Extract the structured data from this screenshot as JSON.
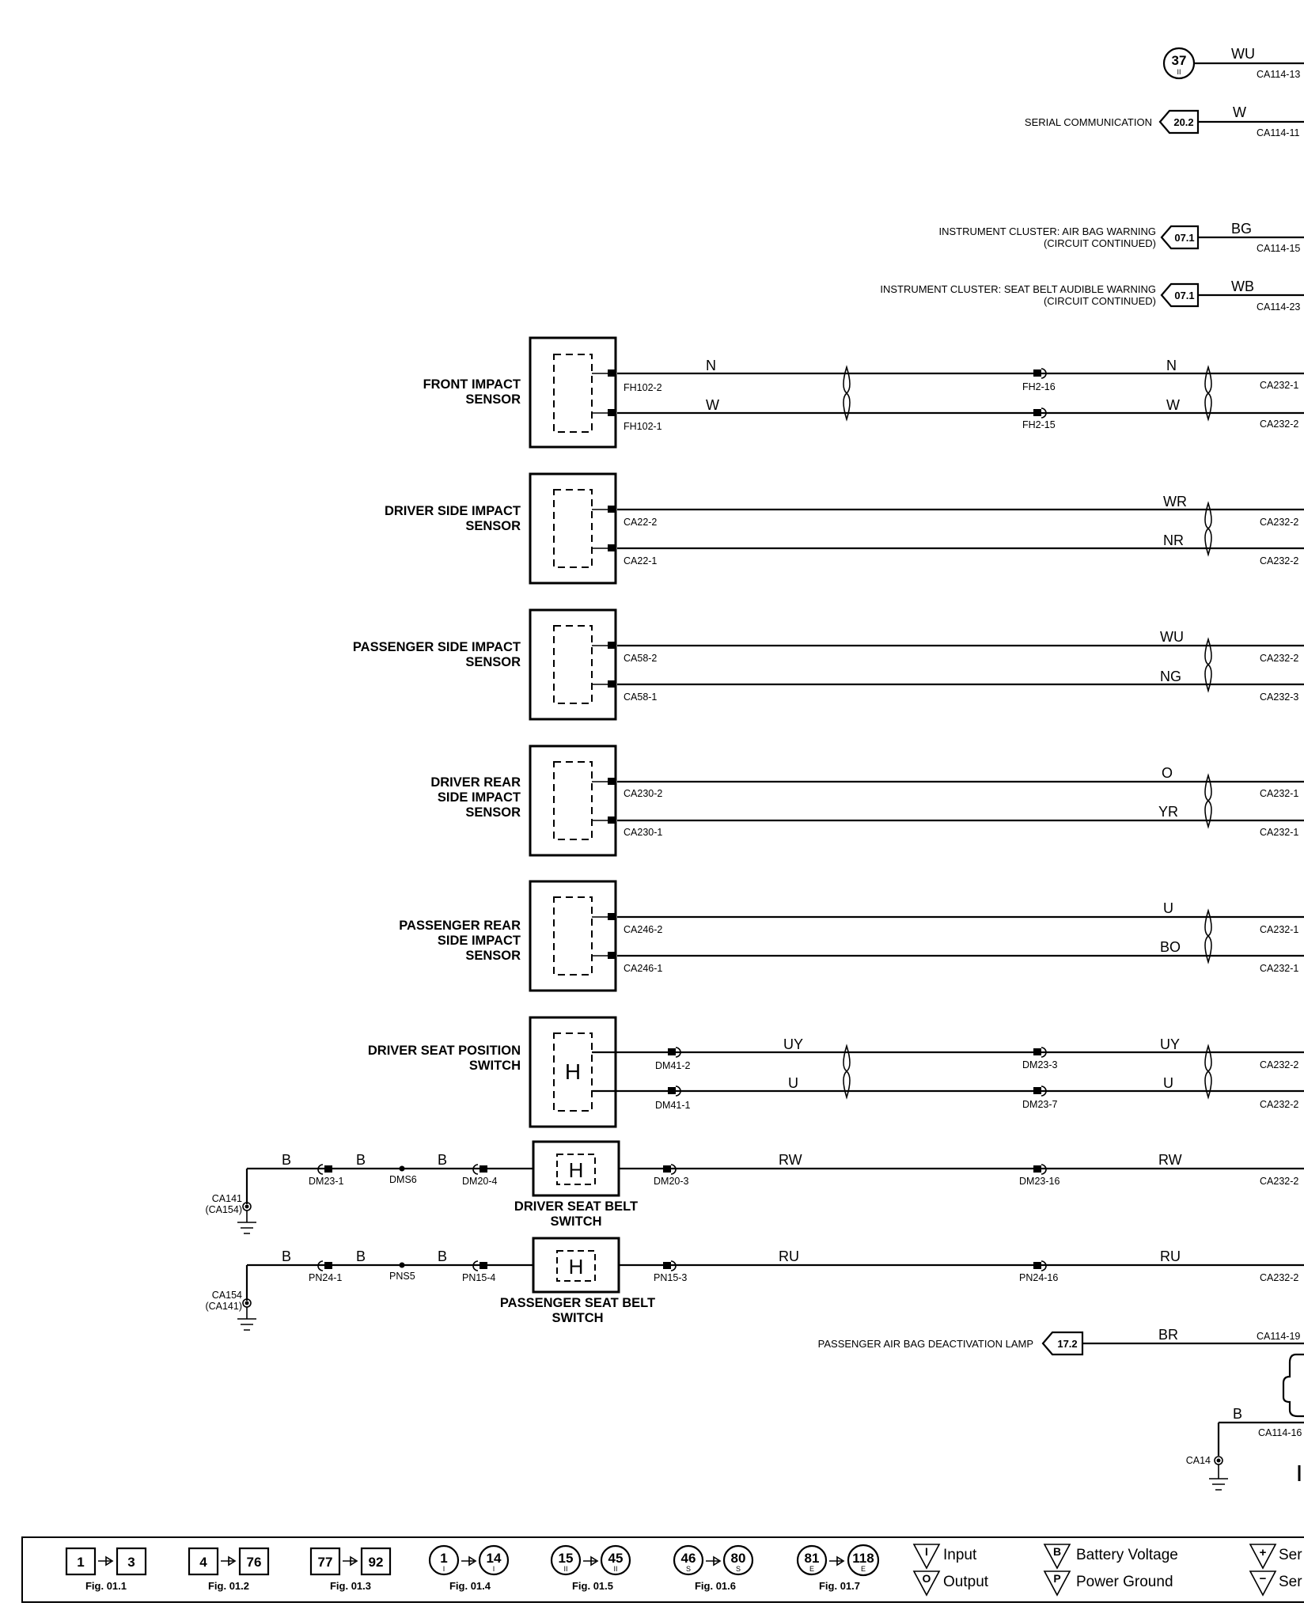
{
  "top_refs": [
    {
      "ref": "37",
      "sub": "II",
      "wire": "WU",
      "conn": "CA114-13"
    },
    {
      "desc": "SERIAL COMMUNICATION",
      "ref": "20.2",
      "wire": "W",
      "conn": "CA114-11"
    },
    {
      "desc": "INSTRUMENT CLUSTER: AIR BAG WARNING",
      "desc2": "(CIRCUIT CONTINUED)",
      "ref": "07.1",
      "wire": "BG",
      "conn": "CA114-15"
    },
    {
      "desc": "INSTRUMENT CLUSTER: SEAT BELT AUDIBLE WARNING",
      "desc2": "(CIRCUIT CONTINUED)",
      "ref": "07.1",
      "wire": "WB",
      "conn": "CA114-23"
    }
  ],
  "sensors": [
    {
      "name1": "FRONT IMPACT",
      "name2": "SENSOR",
      "name3": "",
      "p1": "FH102-2",
      "p2": "FH102-1",
      "w1": "N",
      "w2": "W",
      "mid1": "FH2-16",
      "mid2": "FH2-15",
      "w1b": "N",
      "w2b": "W",
      "e1": "CA232-1",
      "e2": "CA232-2"
    },
    {
      "name1": "DRIVER SIDE IMPACT",
      "name2": "SENSOR",
      "name3": "",
      "p1": "CA22-2",
      "p2": "CA22-1",
      "w1b": "WR",
      "w2b": "NR",
      "e1": "CA232-2",
      "e2": "CA232-2"
    },
    {
      "name1": "PASSENGER SIDE IMPACT",
      "name2": "SENSOR",
      "name3": "",
      "p1": "CA58-2",
      "p2": "CA58-1",
      "w1b": "WU",
      "w2b": "NG",
      "e1": "CA232-2",
      "e2": "CA232-3"
    },
    {
      "name1": "DRIVER REAR",
      "name2": "SIDE IMPACT",
      "name3": "SENSOR",
      "p1": "CA230-2",
      "p2": "CA230-1",
      "w1b": "O",
      "w2b": "YR",
      "e1": "CA232-1",
      "e2": "CA232-1"
    },
    {
      "name1": "PASSENGER REAR",
      "name2": "SIDE IMPACT",
      "name3": "SENSOR",
      "p1": "CA246-2",
      "p2": "CA246-1",
      "w1b": "U",
      "w2b": "BO",
      "e1": "CA232-1",
      "e2": "CA232-1"
    },
    {
      "name1": "DRIVER SEAT POSITION",
      "name2": "SWITCH",
      "name3": "",
      "p1": "",
      "p2": "",
      "w1": "UY",
      "w2": "U",
      "pre1": "DM41-2",
      "pre2": "DM41-1",
      "mid1": "DM23-3",
      "mid2": "DM23-7",
      "w1b": "UY",
      "w2b": "U",
      "e1": "CA232-2",
      "e2": "CA232-2",
      "h": "H"
    }
  ],
  "seat_belts": [
    {
      "name1": "DRIVER SEAT BELT",
      "name2": "SWITCH",
      "h": "H",
      "gnd1": "CA141",
      "gnd2": "(CA154)",
      "wa": "B",
      "ca": "DM23-1",
      "wb": "B",
      "splice": "DMS6",
      "wc": "B",
      "cb": "DM20-4",
      "cc": "DM20-3",
      "wd": "RW",
      "cd": "DM23-16",
      "we": "RW",
      "ce": "CA232-2"
    },
    {
      "name1": "PASSENGER SEAT BELT",
      "name2": "SWITCH",
      "h": "H",
      "gnd1": "CA154",
      "gnd2": "(CA141)",
      "wa": "B",
      "ca": "PN24-1",
      "wb": "B",
      "splice": "PNS5",
      "wc": "B",
      "cb": "PN15-4",
      "cc": "PN15-3",
      "wd": "RU",
      "cd": "PN24-16",
      "we": "RU",
      "ce": "CA232-2"
    }
  ],
  "lamp": {
    "desc": "PASSENGER AIR BAG DEACTIVATION LAMP",
    "ref": "17.2",
    "wire": "BR",
    "conn": "CA114-19"
  },
  "bottom_ground": {
    "wire": "B",
    "conn": "CA114-16",
    "gnd": "CA14"
  },
  "legend": {
    "boxes": [
      {
        "a": "1",
        "b": "3",
        "fig": "Fig. 01.1"
      },
      {
        "a": "4",
        "b": "76",
        "fig": "Fig. 01.2"
      },
      {
        "a": "77",
        "b": "92",
        "fig": "Fig. 01.3"
      }
    ],
    "circles": [
      {
        "a": "1",
        "as": "I",
        "b": "14",
        "bs": "I",
        "fig": "Fig. 01.4"
      },
      {
        "a": "15",
        "as": "II",
        "b": "45",
        "bs": "II",
        "fig": "Fig. 01.5"
      },
      {
        "a": "46",
        "as": "S",
        "b": "80",
        "bs": "S",
        "fig": "Fig. 01.6"
      },
      {
        "a": "81",
        "as": "E",
        "b": "118",
        "bs": "E",
        "fig": "Fig. 01.7"
      }
    ],
    "symbols": [
      {
        "sym": "I",
        "label": "Input"
      },
      {
        "sym": "O",
        "label": "Output"
      },
      {
        "sym": "B",
        "label": "Battery Voltage"
      },
      {
        "sym": "P",
        "label": "Power Ground"
      },
      {
        "sym": "+",
        "label": "Ser"
      },
      {
        "sym": "−",
        "label": "Ser"
      }
    ]
  }
}
